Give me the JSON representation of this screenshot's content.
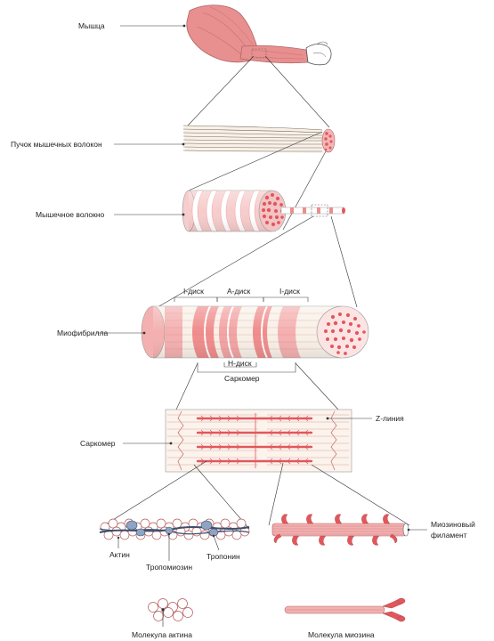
{
  "labels": {
    "muscle": "Мышца",
    "bundle": "Пучок мышечных волокон",
    "fiber": "Мышечное волокно",
    "myofibril": "Миофибрилла",
    "i_disc_left": "I-диск",
    "a_disc": "A-диск",
    "i_disc_right": "I-диск",
    "h_disc": "H-диск",
    "sarcomere_bracket": "Саркомер",
    "sarcomere": "Саркомер",
    "z_line": "Z-линия",
    "actin": "Актин",
    "tropomyosin": "Тропомиозин",
    "troponin": "Тропонин",
    "myosin_filament_1": "Миозиновый",
    "myosin_filament_2": "филамент",
    "actin_molecule": "Молекула актина",
    "myosin_molecule": "Молекула миозина"
  },
  "colors": {
    "muscle_pink": "#e88f8f",
    "light_pink": "#f6cccc",
    "deep_pink": "#e2575c",
    "cream": "#f8f1e8",
    "line": "#333333",
    "actin_blue": "#3d4f6b"
  }
}
